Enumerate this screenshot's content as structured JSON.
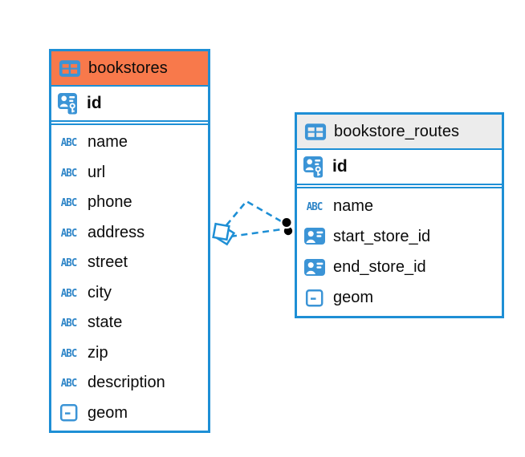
{
  "diagram": {
    "kind": "entity-relationship-diagram",
    "background": "#ffffff"
  },
  "colors": {
    "accent_blue": "#1E8FD5",
    "icon_blue": "#3B94D6",
    "header_orange": "#F8794B",
    "header_gray": "#ECECEC",
    "connector_dot": "#000000",
    "text": "#0b0b0b"
  },
  "icons": {
    "text_label": "ABC",
    "table_icon": "table-grid-icon",
    "primary_key_icon": "person-key-icon",
    "reference_id_icon": "person-card-icon",
    "geometry_icon": "geometry-square-icon"
  },
  "tables": [
    {
      "name": "bookstores",
      "header_style": "orange",
      "primary_key": {
        "name": "id",
        "icon": "person-key-icon"
      },
      "columns": [
        {
          "name": "name",
          "icon": "text-type-icon"
        },
        {
          "name": "url",
          "icon": "text-type-icon"
        },
        {
          "name": "phone",
          "icon": "text-type-icon"
        },
        {
          "name": "address",
          "icon": "text-type-icon"
        },
        {
          "name": "street",
          "icon": "text-type-icon"
        },
        {
          "name": "city",
          "icon": "text-type-icon"
        },
        {
          "name": "state",
          "icon": "text-type-icon"
        },
        {
          "name": "zip",
          "icon": "text-type-icon"
        },
        {
          "name": "description",
          "icon": "text-type-icon"
        },
        {
          "name": "geom",
          "icon": "geometry-type-icon"
        }
      ]
    },
    {
      "name": "bookstore_routes",
      "header_style": "gray",
      "primary_key": {
        "name": "id",
        "icon": "person-key-icon"
      },
      "columns": [
        {
          "name": "name",
          "icon": "text-type-icon"
        },
        {
          "name": "start_store_id",
          "icon": "person-card-icon"
        },
        {
          "name": "end_store_id",
          "icon": "person-card-icon"
        },
        {
          "name": "geom",
          "icon": "geometry-type-icon"
        }
      ]
    }
  ],
  "connectors": {
    "style": "dashed",
    "color": "#1E8FD5",
    "count": 2,
    "source_table": "bookstores",
    "target_table": "bookstore_routes",
    "source_marker": "double-diamond",
    "target_marker": "double-black-dot"
  }
}
